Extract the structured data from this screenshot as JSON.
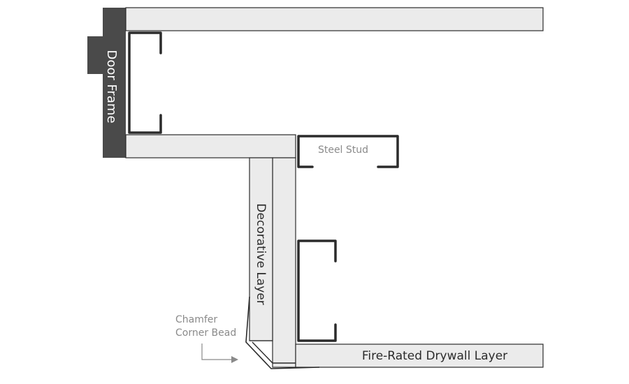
{
  "labels": {
    "door_frame": "Door Frame",
    "steel_stud": "Steel Stud",
    "decorative_layer": "Decorative Layer",
    "chamfer_line1": "Chamfer",
    "chamfer_line2": "Corner Bead",
    "fire_rated": "Fire-Rated Drywall Layer"
  },
  "colors": {
    "door_frame": "#4a4a4a",
    "drywall": "#ebebeb",
    "outline": "#2b2b2b",
    "callout": "#8a8a8a"
  }
}
